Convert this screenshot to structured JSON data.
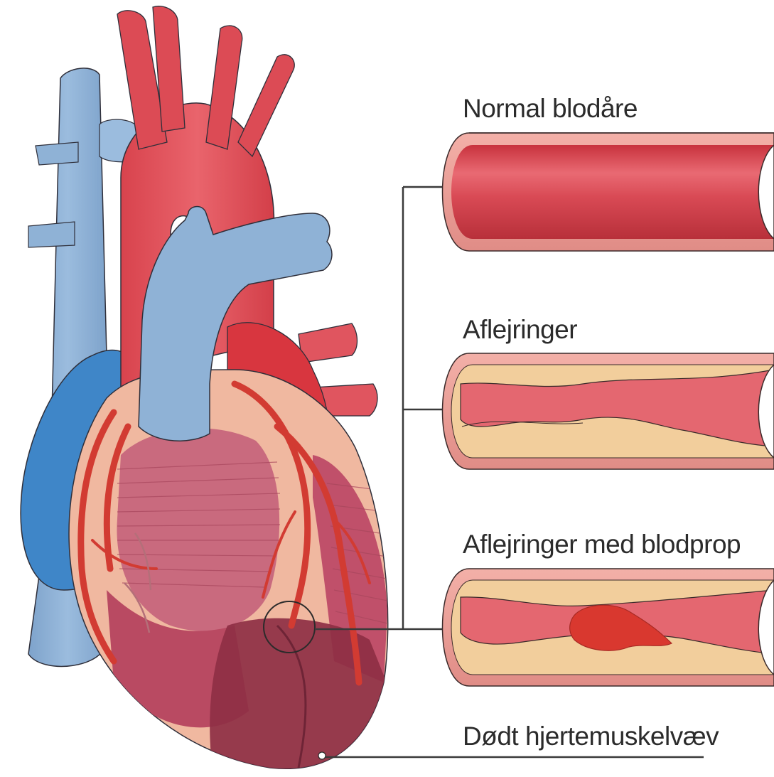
{
  "labels": {
    "normal": "Normal blodåre",
    "plaque": "Aflejringer",
    "plaque_clot": "Aflejringer med blodprop",
    "dead_tissue": "Dødt hjertemuskelvæv"
  },
  "colors": {
    "vein_light": "#8fb2d6",
    "vein_dark": "#3f86c8",
    "artery": "#dd4f58",
    "artery_dark": "#c9333d",
    "heart_skin": "#f0b8a0",
    "myocardium": "#c0506a",
    "necrotic": "#8e2f44",
    "vessel_wall": "#e89a93",
    "vessel_lumen": "#d94a55",
    "plaque_fill": "#f2ce9c",
    "clot": "#d9382f"
  }
}
